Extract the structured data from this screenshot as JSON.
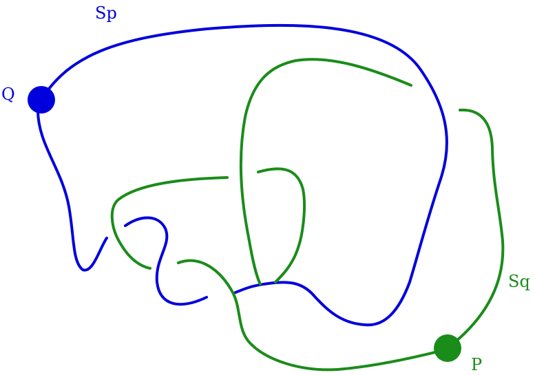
{
  "colors": {
    "sp": "#0000dd",
    "sq": "#1a8c1a",
    "background": "#ffffff"
  },
  "labels": {
    "curve_blue": "Sp",
    "curve_green": "Sq",
    "point_q": "Q",
    "point_p": "P"
  }
}
